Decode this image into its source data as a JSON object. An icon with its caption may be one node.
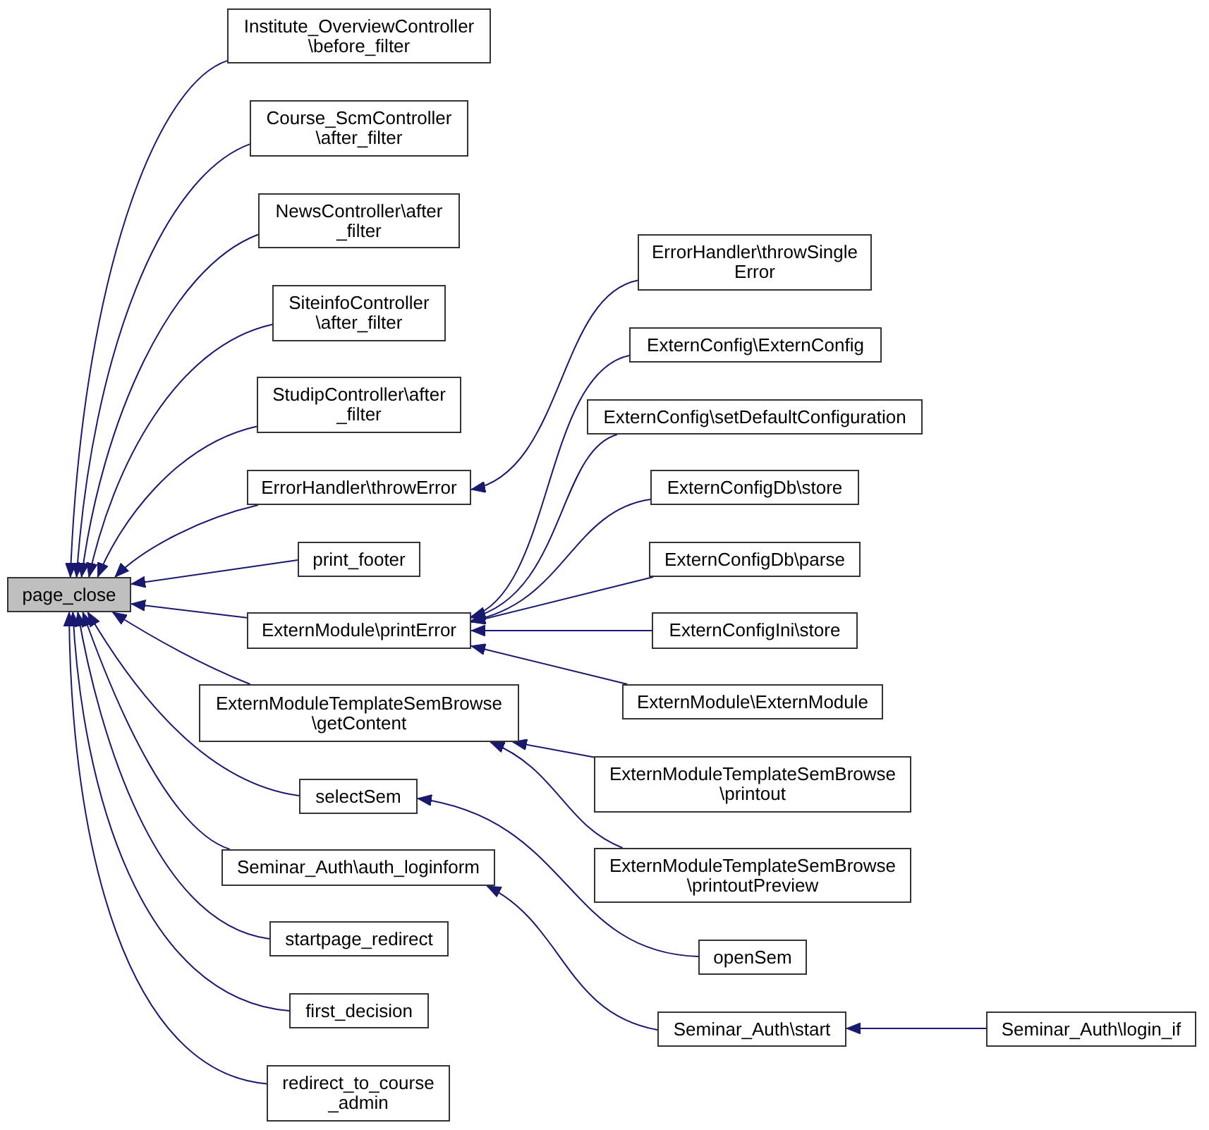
{
  "diagram": {
    "nodes": [
      {
        "text": [
          "page_close"
        ]
      },
      {
        "text": [
          "Institute_OverviewController \\before_filter"
        ]
      },
      {
        "text": [
          "Course_ScmController \\after_filter"
        ]
      },
      {
        "text": [
          "NewsController\\after _filter"
        ]
      },
      {
        "text": [
          "SiteinfoController \\after_filter"
        ]
      },
      {
        "text": [
          "StudipController\\after _filter"
        ]
      },
      {
        "text": [
          "ErrorHandler\\throwError"
        ]
      },
      {
        "text": [
          "print_footer"
        ]
      },
      {
        "text": [
          "ExternModule\\printError"
        ]
      },
      {
        "text": [
          "ExternModuleTemplateSemBrowse \\getContent"
        ]
      },
      {
        "text": [
          "selectSem"
        ]
      },
      {
        "text": [
          "Seminar_Auth\\auth_loginform"
        ]
      },
      {
        "text": [
          "startpage_redirect"
        ]
      },
      {
        "text": [
          "first_decision"
        ]
      },
      {
        "text": [
          "redirect_to_course _admin"
        ]
      },
      {
        "text": [
          "ErrorHandler\\throwSingle Error"
        ]
      },
      {
        "text": [
          "ExternConfig\\ExternConfig"
        ]
      },
      {
        "text": [
          "ExternConfig\\setDefaultConfiguration"
        ]
      },
      {
        "text": [
          "ExternConfigDb\\store"
        ]
      },
      {
        "text": [
          "ExternConfigDb\\parse"
        ]
      },
      {
        "text": [
          "ExternConfigIni\\store"
        ]
      },
      {
        "text": [
          "ExternModule\\ExternModule"
        ]
      },
      {
        "text": [
          "ExternModuleTemplateSemBrowse \\printout"
        ]
      },
      {
        "text": [
          "ExternModuleTemplateSemBrowse \\printoutPreview"
        ]
      },
      {
        "text": [
          "openSem"
        ]
      },
      {
        "text": [
          "Seminar_Auth\\start"
        ]
      },
      {
        "text": [
          "Seminar_Auth\\login_if"
        ]
      }
    ],
    "edges": [
      {
        "from": 1,
        "to": 0,
        "arrow": "to"
      },
      {
        "from": 2,
        "to": 0,
        "arrow": "to"
      },
      {
        "from": 3,
        "to": 0,
        "arrow": "to"
      },
      {
        "from": 4,
        "to": 0,
        "arrow": "to"
      },
      {
        "from": 5,
        "to": 0,
        "arrow": "to"
      },
      {
        "from": 6,
        "to": 0,
        "arrow": "to"
      },
      {
        "from": 7,
        "to": 0,
        "arrow": "to"
      },
      {
        "from": 8,
        "to": 0,
        "arrow": "to"
      },
      {
        "from": 9,
        "to": 0,
        "arrow": "to"
      },
      {
        "from": 10,
        "to": 0,
        "arrow": "to"
      },
      {
        "from": 11,
        "to": 0,
        "arrow": "to"
      },
      {
        "from": 12,
        "to": 0,
        "arrow": "to"
      },
      {
        "from": 13,
        "to": 0,
        "arrow": "to"
      },
      {
        "from": 14,
        "to": 0,
        "arrow": "to"
      },
      {
        "from": 15,
        "to": 6,
        "arrow": "to"
      },
      {
        "from": 16,
        "to": 8,
        "arrow": "to"
      },
      {
        "from": 17,
        "to": 8,
        "arrow": "to"
      },
      {
        "from": 18,
        "to": 8,
        "arrow": "to"
      },
      {
        "from": 19,
        "to": 8,
        "arrow": "to"
      },
      {
        "from": 20,
        "to": 8,
        "arrow": "to"
      },
      {
        "from": 21,
        "to": 8,
        "arrow": "to"
      },
      {
        "from": 22,
        "to": 9,
        "arrow": "to"
      },
      {
        "from": 23,
        "to": 9,
        "arrow": "to"
      },
      {
        "from": 24,
        "to": 10,
        "arrow": "to"
      },
      {
        "from": 25,
        "to": 11,
        "arrow": "to"
      },
      {
        "from": 26,
        "to": 25,
        "arrow": "to"
      }
    ]
  }
}
